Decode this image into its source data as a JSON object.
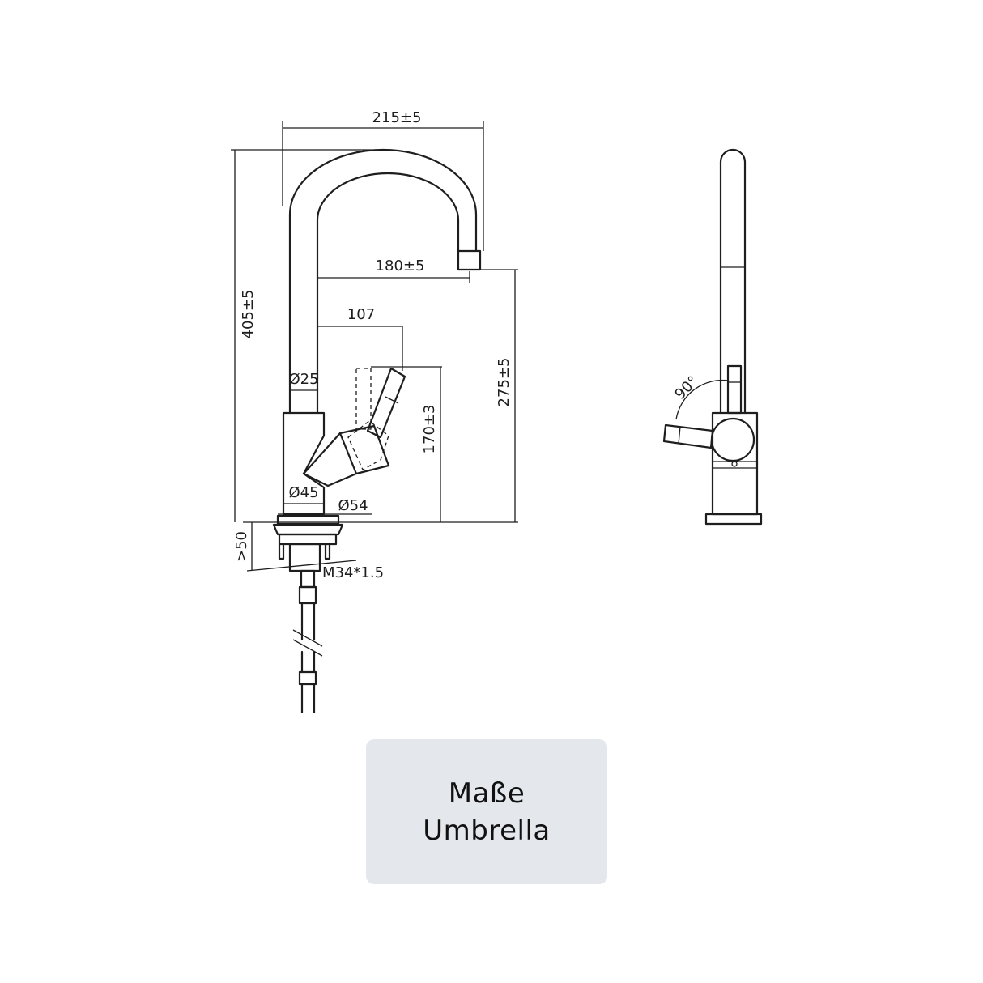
{
  "dimensions": {
    "total_width": "215±5",
    "spout_reach": "180±5",
    "handle_offset": "107",
    "total_height": "405±5",
    "outlet_height": "275±5",
    "handle_height": "170±3",
    "tube_diameter": "Ø25",
    "body_diameter": "Ø45",
    "base_diameter": "Ø54",
    "mount_depth": ">50",
    "thread": "M34*1.5",
    "handle_angle": "90°"
  },
  "caption": {
    "line1": "Maße",
    "line2": "Umbrella"
  }
}
